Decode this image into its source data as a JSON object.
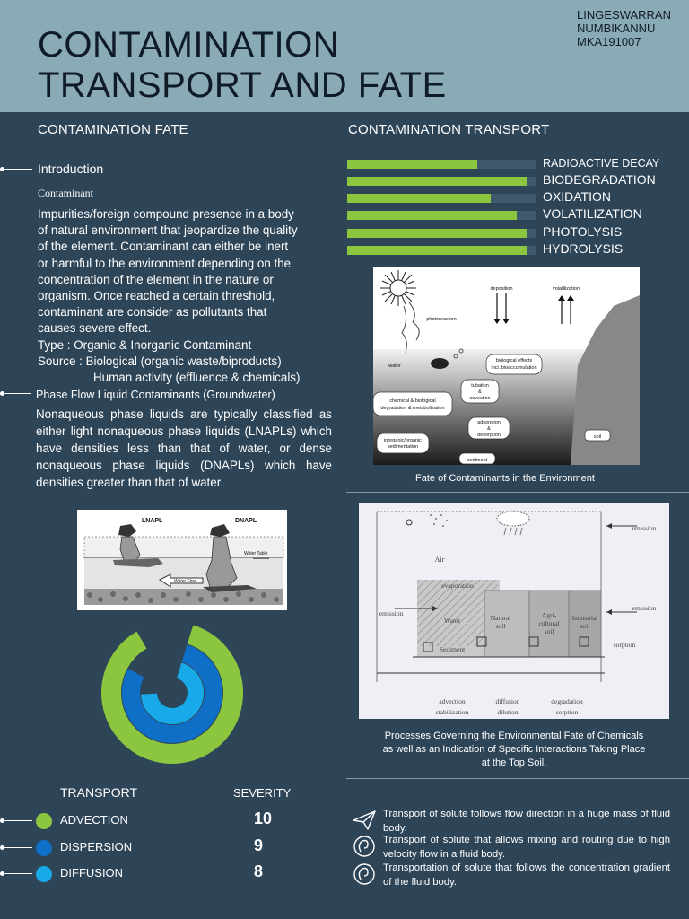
{
  "header": {
    "title_line1": "CONTAMINATION",
    "title_line2": "TRANSPORT AND FATE",
    "author_line1": "LINGESWARRAN",
    "author_line2": "NUMBIKANNU",
    "author_line3": "MKA191007"
  },
  "left": {
    "section_title": "CONTAMINATION FATE",
    "intro_heading": "Introduction",
    "contaminant_heading": "Contaminant",
    "paragraph_lines": [
      "Impurities/foreign compound presence in a body",
      "of natural environment that jeopardize the quality",
      "of the element. Contaminant can either be inert",
      "or harmful to the environment depending on the",
      "concentration of the element in the nature or",
      "organism. Once reached a certain threshold,",
      "contaminant are consider as pollutants that",
      "causes severe effect."
    ],
    "type_line": "Type : Organic & Inorganic Contaminant",
    "source_line": "Source : Biological (organic waste/biproducts)",
    "source_line2": "Human activity (effluence & chemicals)",
    "phase_heading": "Phase Flow Liquid Contaminants (Groundwater)",
    "phase_paragraph": "Nonaqueous phase liquids are typically classified as either light nonaqueous phase liquids (LNAPLs) which have densities less than that of water, or dense nonaqueous phase liquids (DNAPLs) which have densities greater than that of water.",
    "napl_figure": {
      "label_lnapl": "LNAPL",
      "label_dnapl": "DNAPL",
      "label_water_table": "Water Table",
      "label_water_flow": "Water Flow"
    }
  },
  "right": {
    "section_title": "CONTAMINATION TRANSPORT",
    "process_bars": [
      {
        "label": "RADIOACTIVE DECAY",
        "fraction": 0.69
      },
      {
        "label": "BIODEGRADATION",
        "fraction": 0.95
      },
      {
        "label": "OXIDATION",
        "fraction": 0.76
      },
      {
        "label": "VOLATILIZATION",
        "fraction": 0.9
      },
      {
        "label": "PHOTOLYSIS",
        "fraction": 0.95
      },
      {
        "label": "HYDROLYSIS",
        "fraction": 0.95
      }
    ],
    "fate_figure": {
      "deposition": "deposition",
      "volatilization": "volatilization",
      "photoreaction": "photoreaction",
      "water": "water",
      "bio_effects_1": "biological effects",
      "bio_effects_2": "incl. bioaccumulation",
      "tubation_1": "tubation",
      "tubation_2": "&",
      "tubation_3": "covection",
      "chem_1": "chemical & biological",
      "chem_2": "degradation & metabolization",
      "adsorption_1": "adsorption",
      "adsorption_2": "&",
      "adsorption_3": "desorption",
      "inorg_1": "inorganic/organic",
      "inorg_2": "sedimentation",
      "sediment": "sediment",
      "soil": "soil"
    },
    "fate_caption": "Fate of Contaminants in the Environment",
    "process_figure": {
      "emission_top": "emission",
      "air": "Air",
      "evaporation": "evaporation",
      "emission_left": "emission",
      "emission_right": "emission",
      "water": "Water",
      "sediment": "Sediment",
      "natural_soil_1": "Natural",
      "natural_soil_2": "soil",
      "agri_1": "Agri-",
      "agri_2": "cultural",
      "agri_3": "soil",
      "industrial_1": "Industrial",
      "industrial_2": "soil",
      "sorption": "sorption",
      "advection": "advection",
      "stabilization": "stabilization",
      "diffusion": "diffusion",
      "dilution": "dilution",
      "degradation": "degradation",
      "sorption_bottom": "sorption"
    },
    "process_caption_line1": "Processes Governing the Environmental Fate of Chemicals",
    "process_caption_line2": "as well as an Indication of Specific Interactions Taking Place",
    "process_caption_line3": "at the Top Soil."
  },
  "transport": {
    "heading": "TRANSPORT",
    "severity_heading": "SEVERITY",
    "items": [
      {
        "label": "ADVECTION",
        "severity": "10",
        "severity_value": 10,
        "color": "#8cc63f",
        "description": "Transport of solute follows flow direction in a huge mass of fluid body."
      },
      {
        "label": "DISPERSION",
        "severity": "9",
        "severity_value": 9,
        "color": "#0f6fc6",
        "description": "Transport of solute that allows mixing and routing due to high velocity flow in a fluid body."
      },
      {
        "label": "DIFFUSION",
        "severity": "8",
        "severity_value": 8,
        "color": "#18a9e8",
        "description": "Transportation of solute that follows the concentration gradient of the fluid body."
      }
    ],
    "max_severity": 10
  },
  "colors": {
    "background": "#2e4558",
    "header": "#8aaab5",
    "bar_fill": "#8cc63f",
    "bar_track": "#3f5a6e"
  }
}
